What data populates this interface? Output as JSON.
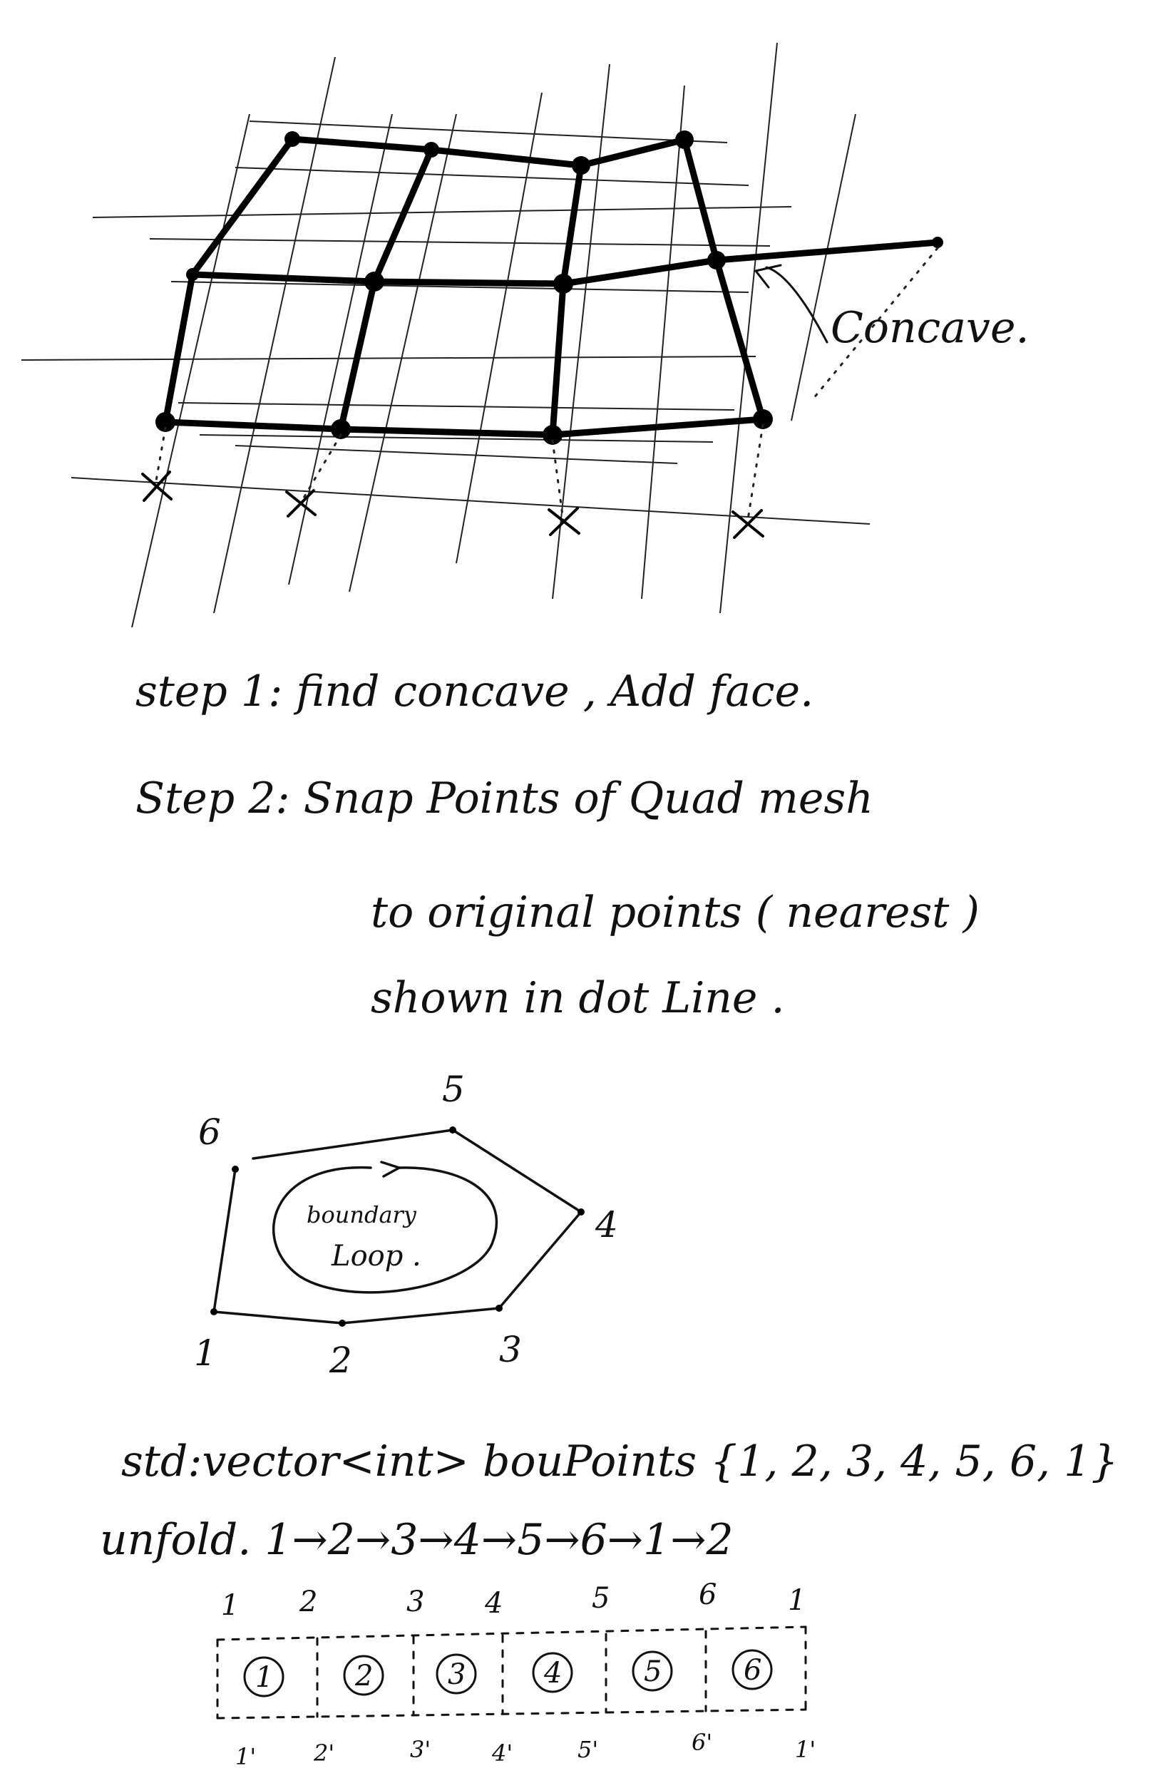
{
  "annotation": {
    "concave": "Concave."
  },
  "steps": {
    "step1": "step 1: find concave , Add face.",
    "step2_line1": "Step 2: Snap Points of Quad mesh",
    "step2_line2": "to original points ( nearest )",
    "step2_line3": "shown in dot Line ."
  },
  "loop": {
    "label_line1": "boundary",
    "label_line2": "Loop .",
    "vertices": [
      "1",
      "2",
      "3",
      "4",
      "5",
      "6"
    ]
  },
  "code": {
    "vector_line": "std:vector<int> bouPoints {1, 2, 3, 4, 5, 6, 1}",
    "unfold_line": "unfold.  1→2→3→4→5→6→1→2"
  },
  "unfold_strip": {
    "top_labels": [
      "1",
      "2",
      "3",
      "4",
      "5",
      "6",
      "1"
    ],
    "bottom_labels": [
      "1'",
      "2'",
      "3'",
      "4'",
      "5'",
      "6'",
      "1'"
    ],
    "cells": [
      "1",
      "2",
      "3",
      "4",
      "5",
      "6"
    ]
  }
}
